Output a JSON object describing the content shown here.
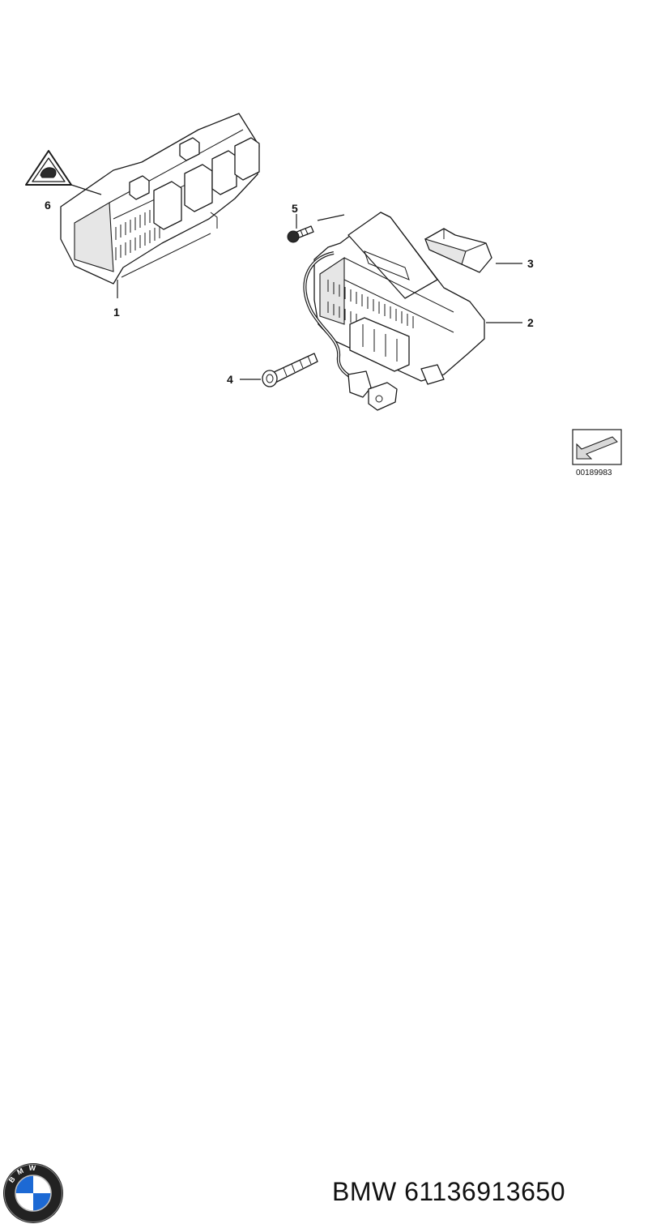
{
  "callouts": [
    "1",
    "2",
    "3",
    "4",
    "5",
    "6"
  ],
  "reference_code": "00189983",
  "brand": "BMW",
  "part_number": "61136913650",
  "logo_letters": "BMW",
  "colors": {
    "logo_blue": "#1c69d4",
    "line": "#1a1a1a",
    "shade": "#e6e6e6"
  }
}
